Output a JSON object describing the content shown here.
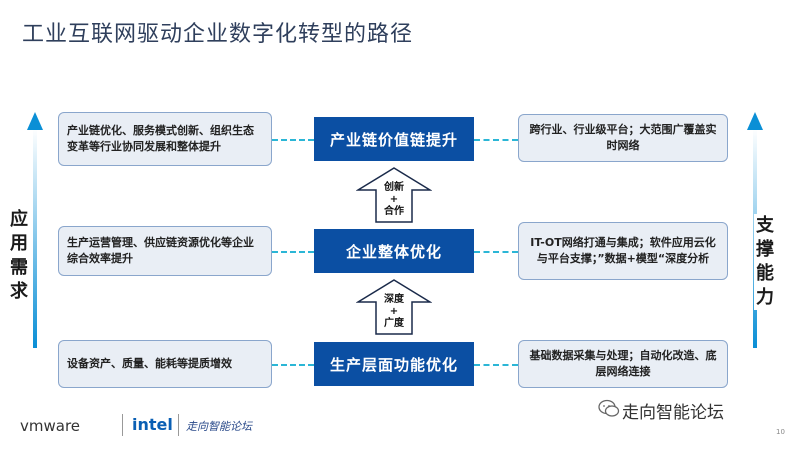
{
  "title": "工业互联网驱动企业数字化转型的路径",
  "left_label": "应用需求",
  "right_label": "支撑能力",
  "rows": [
    {
      "center": "产业链价值链提升",
      "left": "产业链优化、服务模式创新、组织生态变革等行业协同发展和整体提升",
      "right": "跨行业、行业级平台；大范围广覆盖实时网络"
    },
    {
      "center": "企业整体优化",
      "left": "生产运营管理、供应链资源优化等企业综合效率提升",
      "right": "IT-OT网络打通与集成；软件应用云化与平台支撑；”数据+模型“深度分析"
    },
    {
      "center": "生产层面功能优化",
      "left": "设备资产、质量、能耗等提质增效",
      "right": "基础数据采集与处理；自动化改造、底层网络连接"
    }
  ],
  "up_arrows": [
    {
      "line1": "创新",
      "line2": "+",
      "line3": "合作"
    },
    {
      "line1": "深度",
      "line2": "+",
      "line3": "广度"
    }
  ],
  "logos": {
    "vmware": "vmware",
    "intel": "intel",
    "forum": "走向智能论坛"
  },
  "watermark": "走向智能论坛",
  "page_number": "10",
  "colors": {
    "center_box": "#0b4fa3",
    "side_box_bg": "#e9eef5",
    "side_box_border": "#8aa6cc",
    "dash": "#2bb6d6",
    "side_arrow": "#0a8fd6"
  }
}
